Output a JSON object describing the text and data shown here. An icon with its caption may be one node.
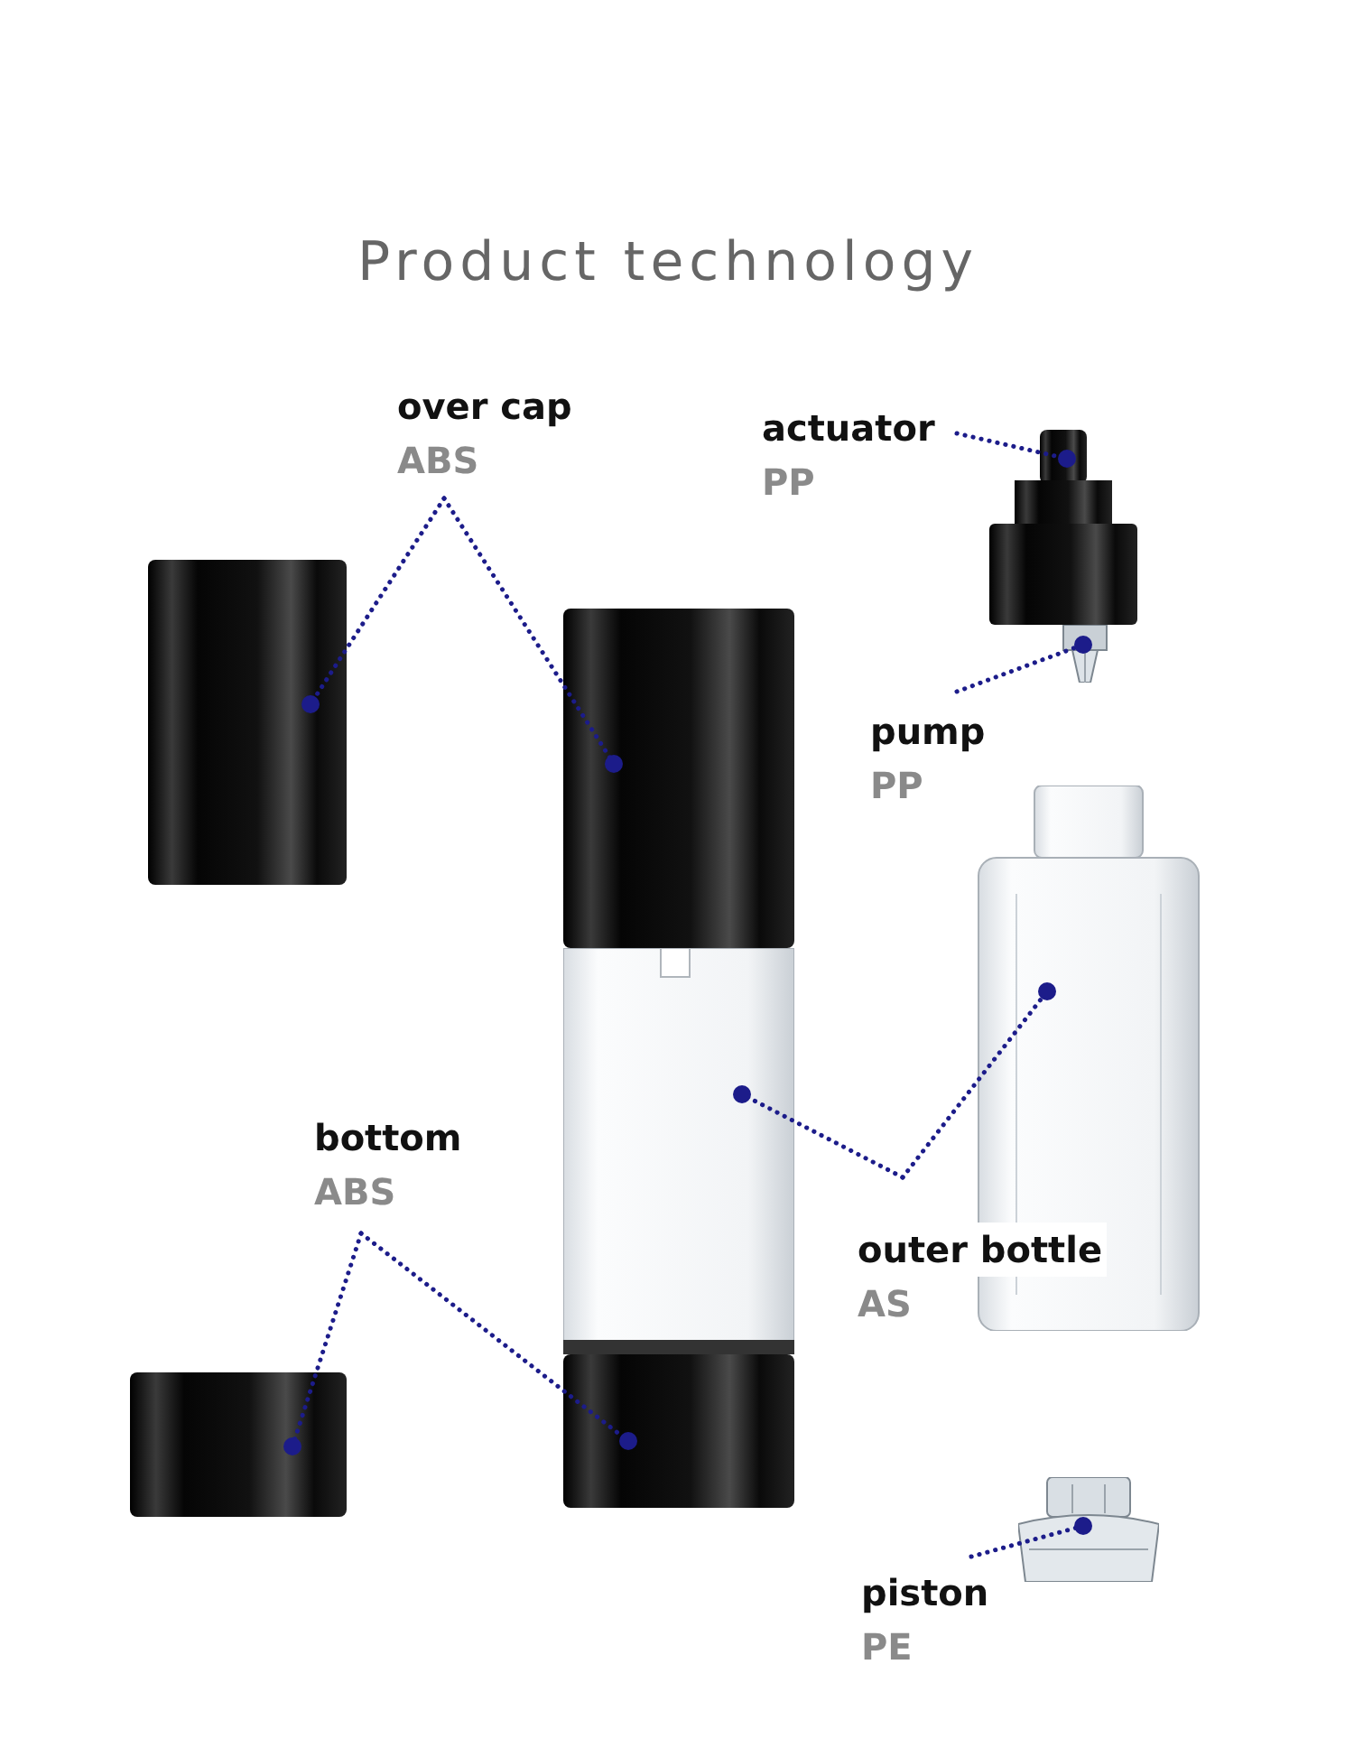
{
  "diagram": {
    "title": "Product technology",
    "nodes": [
      {
        "text": [
          "over cap",
          "ABS"
        ]
      },
      {
        "text": [
          "actuator",
          "PP"
        ]
      },
      {
        "text": [
          "pump",
          "PP"
        ]
      },
      {
        "text": [
          "bottom",
          "ABS"
        ]
      },
      {
        "text": [
          "outer bottle",
          "AS"
        ]
      },
      {
        "text": [
          "piston",
          "PE"
        ]
      },
      {
        "text": [],
        "shape": "picture"
      },
      {
        "text": [],
        "shape": "picture"
      },
      {
        "text": [],
        "shape": "picture"
      },
      {
        "text": [],
        "shape": "picture"
      },
      {
        "text": [],
        "shape": "picture"
      },
      {
        "text": [],
        "shape": "picture"
      },
      {
        "text": [],
        "shape": "picture"
      },
      {
        "text": [],
        "shape": "picture"
      },
      {
        "text": [],
        "shape": "picture"
      }
    ],
    "edges": [
      {
        "from": 0,
        "to": 6,
        "arrow": "other",
        "style": "dashed"
      },
      {
        "from": 0,
        "to": 7,
        "arrow": "other",
        "style": "dashed"
      },
      {
        "from": 1,
        "to": 8,
        "arrow": "other",
        "style": "dashed"
      },
      {
        "from": 2,
        "to": 9,
        "arrow": "other",
        "style": "dashed"
      },
      {
        "from": 4,
        "to": 11,
        "arrow": "other",
        "style": "dashed"
      },
      {
        "from": 4,
        "to": 10,
        "arrow": "other",
        "style": "dashed"
      },
      {
        "from": 3,
        "to": 12,
        "arrow": "other",
        "style": "dashed"
      },
      {
        "from": 3,
        "to": 13,
        "arrow": "other",
        "style": "dashed"
      },
      {
        "from": 5,
        "to": 14,
        "arrow": "other",
        "style": "dashed"
      }
    ]
  }
}
